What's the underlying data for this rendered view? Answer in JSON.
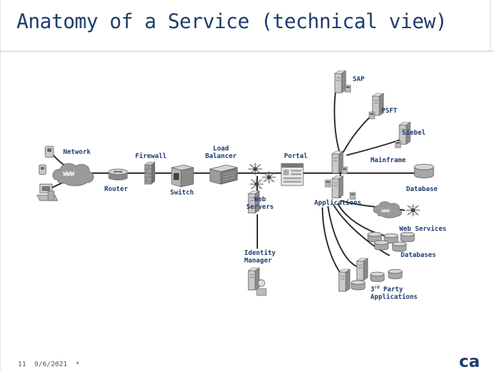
{
  "title": "Anatomy of a Service (technical view)",
  "labels": {
    "sap": "SAP",
    "psft": "PSFT",
    "siebel": "Siebel",
    "network": "Network",
    "firewall": "Firewall",
    "load_balancer_1": "Load",
    "load_balancer_2": "Balancer",
    "portal": "Portal",
    "mainframe": "Mainframe",
    "www": "WWW",
    "router": "Router",
    "switch": "Switch",
    "database": "Database",
    "web_servers_1": "Web",
    "web_servers_2": "Servers",
    "applications": "Applications",
    "www_small": "WWW",
    "web_services": "Web Services",
    "identity_manager_1": "Identity",
    "identity_manager_2": "Manager",
    "databases": "Databases",
    "third_party_num": "3",
    "third_party_sup": "rd",
    "third_party_rest": " Party",
    "third_party_2": "Applications"
  },
  "footer": {
    "slide_number": "11",
    "date": "9/6/2021",
    "marker": "*"
  },
  "logo_text": "ca",
  "colors": {
    "title": "#1f3d6e",
    "label": "#1f3d6e",
    "line": "#2a2a2a",
    "icon_fill": "#c9c9c9",
    "icon_dark": "#6f6f6f",
    "cloud_fill": "#9a9a9a",
    "logo": "#1f3d6e"
  },
  "icons": [
    "server-icon",
    "firewall-icon",
    "load-balancer-icon",
    "portal-icon",
    "cloud-icon",
    "router-icon",
    "switch-icon",
    "database-icon",
    "phone-icon",
    "desktop-icon",
    "spider-icon",
    "id-server-icon"
  ]
}
